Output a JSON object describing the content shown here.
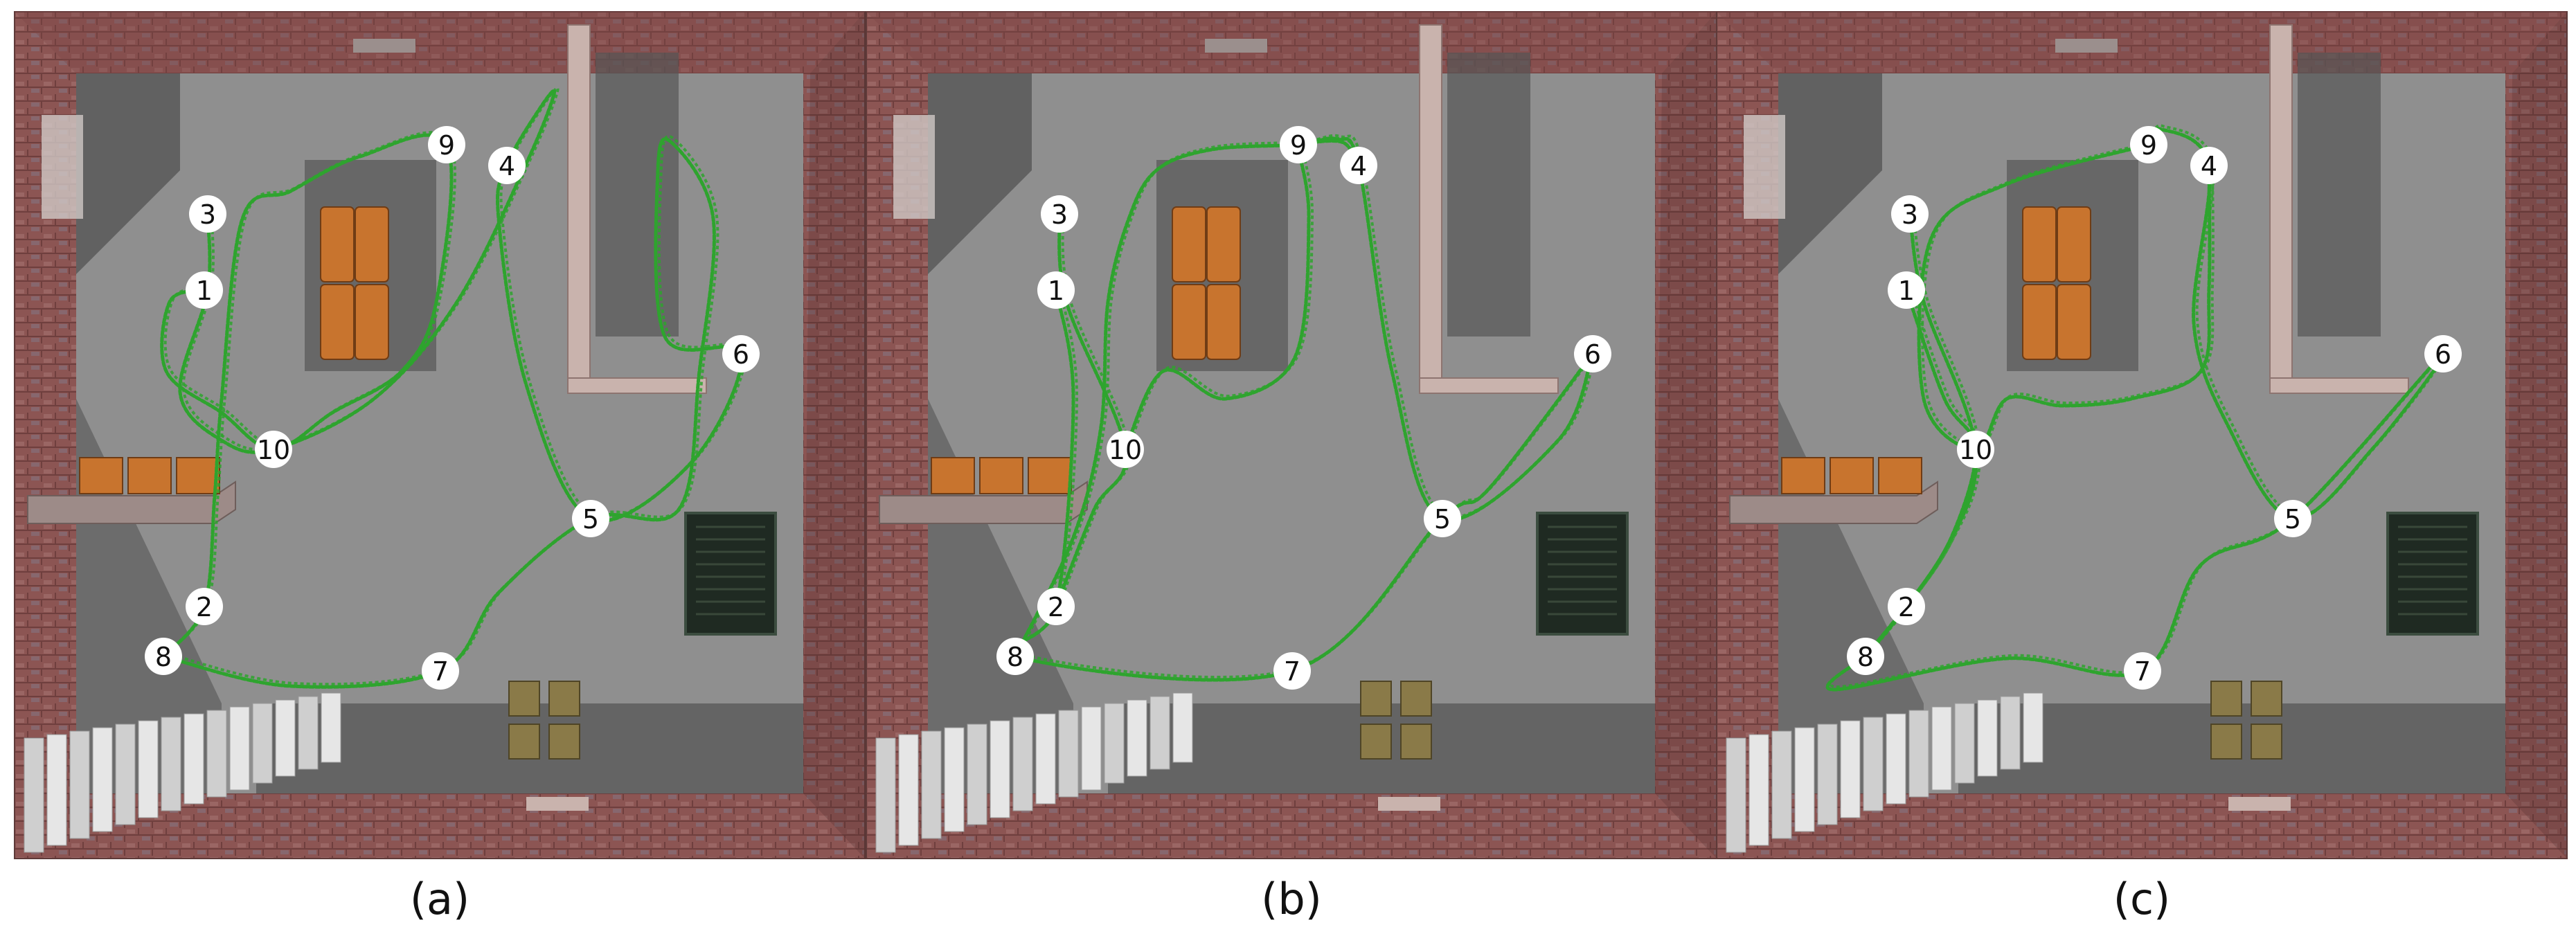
{
  "colors": {
    "trajectory": "#2ea42e",
    "floor": "#8f8f8f",
    "wall_brick": "#8c5553",
    "shadow": "#555555",
    "box_orange": "#c8742e",
    "waypoint_fill": "#ffffff"
  },
  "waypoint_labels": [
    "1",
    "2",
    "3",
    "4",
    "5",
    "6",
    "7",
    "8",
    "9",
    "10"
  ],
  "panels": [
    {
      "caption": "(a)"
    },
    {
      "caption": "(b)"
    },
    {
      "caption": "(c)"
    }
  ]
}
